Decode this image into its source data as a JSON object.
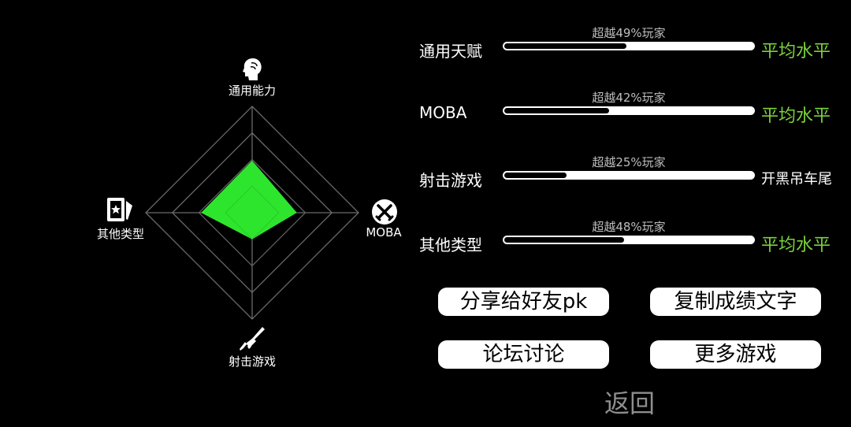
{
  "colors": {
    "accent_green": "#2ee52e",
    "rank_green": "#7bd23d",
    "bar_bg": "#ffffff",
    "bar_fill": "#000000"
  },
  "radar": {
    "axes": [
      {
        "label": "通用能力",
        "icon": "head-icon"
      },
      {
        "label": "MOBA",
        "icon": "crossed-swords-icon"
      },
      {
        "label": "射击游戏",
        "icon": "rifle-icon"
      },
      {
        "label": "其他类型",
        "icon": "cards-icon"
      }
    ],
    "values": [
      0.49,
      0.42,
      0.25,
      0.48
    ],
    "rings": 4
  },
  "stats": [
    {
      "name": "通用天赋",
      "caption": "超越49%玩家",
      "percent": 49,
      "rank": "平均水平",
      "rank_color": "#7bd23d"
    },
    {
      "name": "MOBA",
      "caption": "超越42%玩家",
      "percent": 42,
      "rank": "平均水平",
      "rank_color": "#7bd23d"
    },
    {
      "name": "射击游戏",
      "caption": "超越25%玩家",
      "percent": 25,
      "rank": "开黑吊车尾",
      "rank_color": "#ffffff"
    },
    {
      "name": "其他类型",
      "caption": "超越48%玩家",
      "percent": 48,
      "rank": "平均水平",
      "rank_color": "#7bd23d"
    }
  ],
  "buttons": {
    "share": "分享给好友pk",
    "copy": "复制成绩文字",
    "forum": "论坛讨论",
    "more": "更多游戏"
  },
  "back": "返回"
}
